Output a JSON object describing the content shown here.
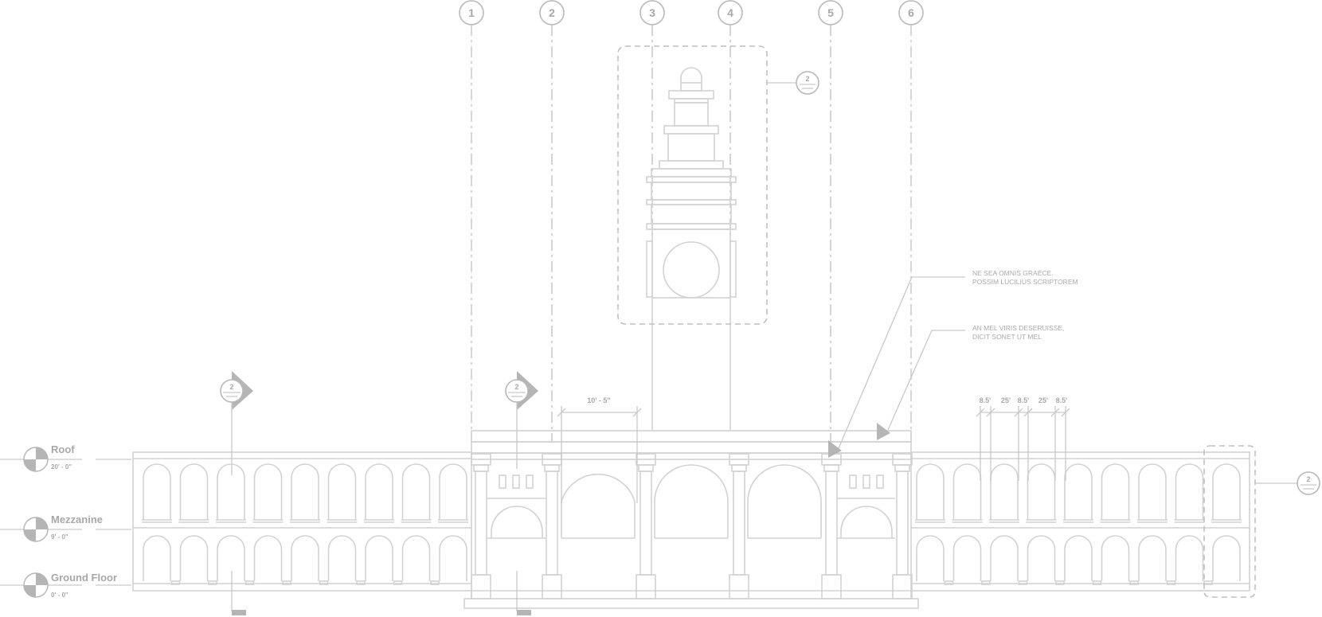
{
  "grid_lines": [
    "1",
    "2",
    "3",
    "4",
    "5",
    "6"
  ],
  "levels": [
    {
      "name": "Roof",
      "elevation": "20' - 0\""
    },
    {
      "name": "Mezzanine",
      "elevation": "9' - 0\""
    },
    {
      "name": "Ground Floor",
      "elevation": "0' - 0\""
    }
  ],
  "notes": [
    {
      "line1": "NE SEA OMNIS GRAECE.",
      "line2": "POSSIM LUCILIUS SCRIPTOREM"
    },
    {
      "line1": "AN MEL VIRIS DESERUISSE,",
      "line2": "DICIT SONET UT MEL"
    }
  ],
  "dimensions": {
    "center_bay": "10' - 5\"",
    "right_spacing": [
      "8.5'",
      "25'",
      "8.5'",
      "25'",
      "8.5'"
    ]
  },
  "detail_tags": {
    "tower_callout": "2",
    "right_callout": "2",
    "section_left": "2",
    "section_center": "2"
  },
  "colors": {
    "line": "#d2d2d2",
    "grid": "#c3c3c3",
    "text": "#a8a8a8"
  }
}
